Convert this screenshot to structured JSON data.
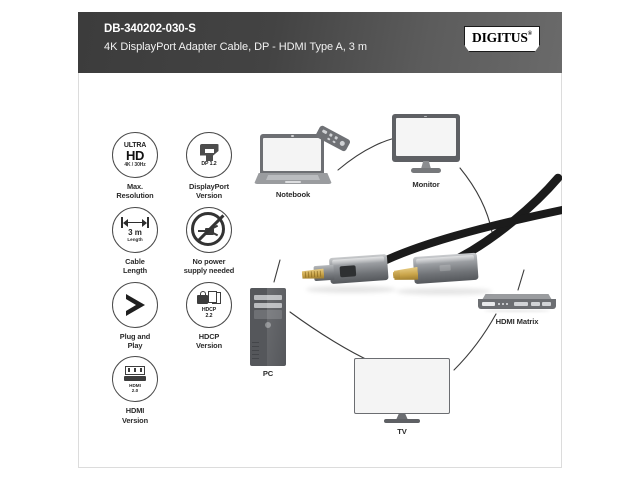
{
  "header": {
    "sku": "DB-340202-030-S",
    "subtitle": "4K DisplayPort Adapter Cable, DP - HDMI Type A, 3 m",
    "brand": "DIGITUS",
    "brand_tm": "®",
    "background_from": "#3c3c3c",
    "background_to": "#6a6a6a"
  },
  "features": [
    {
      "id": "max-resolution",
      "icon": "ultra-hd-icon",
      "badge_line1": "ULTRA",
      "badge_line2": "HD",
      "badge_line3": "4K / 30Hz",
      "caption": "Max.\nResolution",
      "caption_line1": "Max.",
      "caption_line2": "Resolution"
    },
    {
      "id": "displayport-version",
      "icon": "displayport-connector-icon",
      "badge_line3": "DP 1.2",
      "caption_line1": "DisplayPort",
      "caption_line2": "Version"
    },
    {
      "id": "cable-length",
      "icon": "length-arrow-icon",
      "badge_line2": "3 m",
      "badge_line3": "Length",
      "caption_line1": "Cable",
      "caption_line2": "Length"
    },
    {
      "id": "no-power-supply",
      "icon": "no-power-plug-icon",
      "caption_line1": "No power",
      "caption_line2": "supply needed"
    },
    {
      "id": "plug-and-play",
      "icon": "play-arrow-icon",
      "caption_line1": "Plug and",
      "caption_line2": "Play"
    },
    {
      "id": "hdcp-version",
      "icon": "hdcp-lock-icon",
      "badge_line2": "HDCP",
      "badge_line3": "2.2",
      "caption_line1": "HDCP",
      "caption_line2": "Version"
    },
    {
      "id": "hdmi-version",
      "icon": "hdmi-connector-icon",
      "badge_line2": "HDMI",
      "badge_line3": "2.0",
      "caption_line1": "HDMI",
      "caption_line2": "Version"
    }
  ],
  "diagram": {
    "devices": [
      {
        "id": "notebook",
        "label": "Notebook"
      },
      {
        "id": "monitor",
        "label": "Monitor"
      },
      {
        "id": "pc",
        "label": "PC"
      },
      {
        "id": "tv",
        "label": "TV"
      },
      {
        "id": "hdmi-matrix",
        "label": "HDMI Matrix"
      }
    ],
    "product": {
      "left_connector": "DisplayPort plug",
      "right_connector": "HDMI Type A plug",
      "cable_color": "#1b1b1b",
      "housing_color": "#8e9195",
      "contact_color": "#c9a449"
    }
  }
}
